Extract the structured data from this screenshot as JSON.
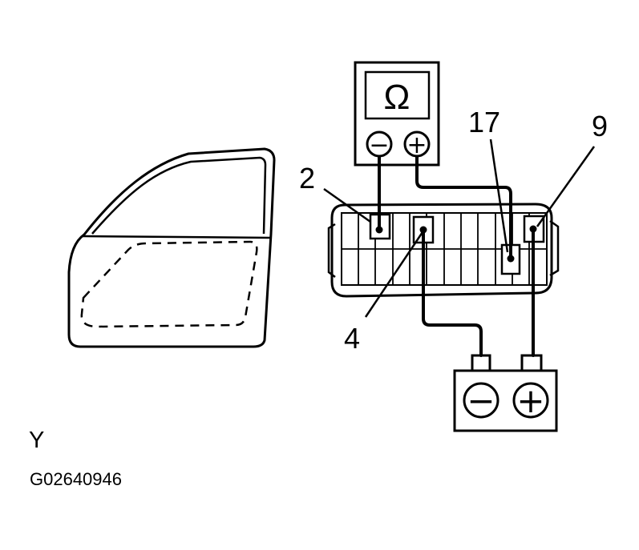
{
  "ohmmeter": {
    "symbol": "Ω",
    "neg": "−",
    "pos": "+"
  },
  "battery": {
    "neg": "−",
    "pos": "+"
  },
  "pins": {
    "p2": "2",
    "p4": "4",
    "p17": "17",
    "p9": "9"
  },
  "figure_letter": "Y",
  "figure_code": "G02640946"
}
